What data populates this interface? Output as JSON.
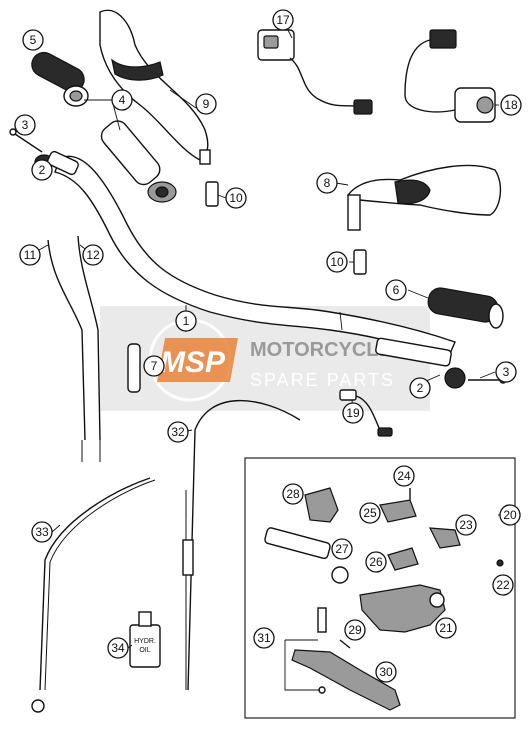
{
  "callouts": [
    "1",
    "2",
    "2",
    "3",
    "3",
    "4",
    "5",
    "6",
    "7",
    "8",
    "9",
    "10",
    "10",
    "11",
    "12",
    "17",
    "18",
    "19",
    "20",
    "21",
    "22",
    "23",
    "24",
    "25",
    "26",
    "27",
    "28",
    "29",
    "30",
    "31",
    "32",
    "33",
    "34"
  ],
  "watermark": {
    "logo": "MSP",
    "line1": "MOTORCYCLE",
    "line2": "SPARE PARTS",
    "band_color": "#d9d9d9",
    "logo_color": "#e8823a"
  },
  "bottle_label": [
    "HYDR.",
    "OIL"
  ]
}
